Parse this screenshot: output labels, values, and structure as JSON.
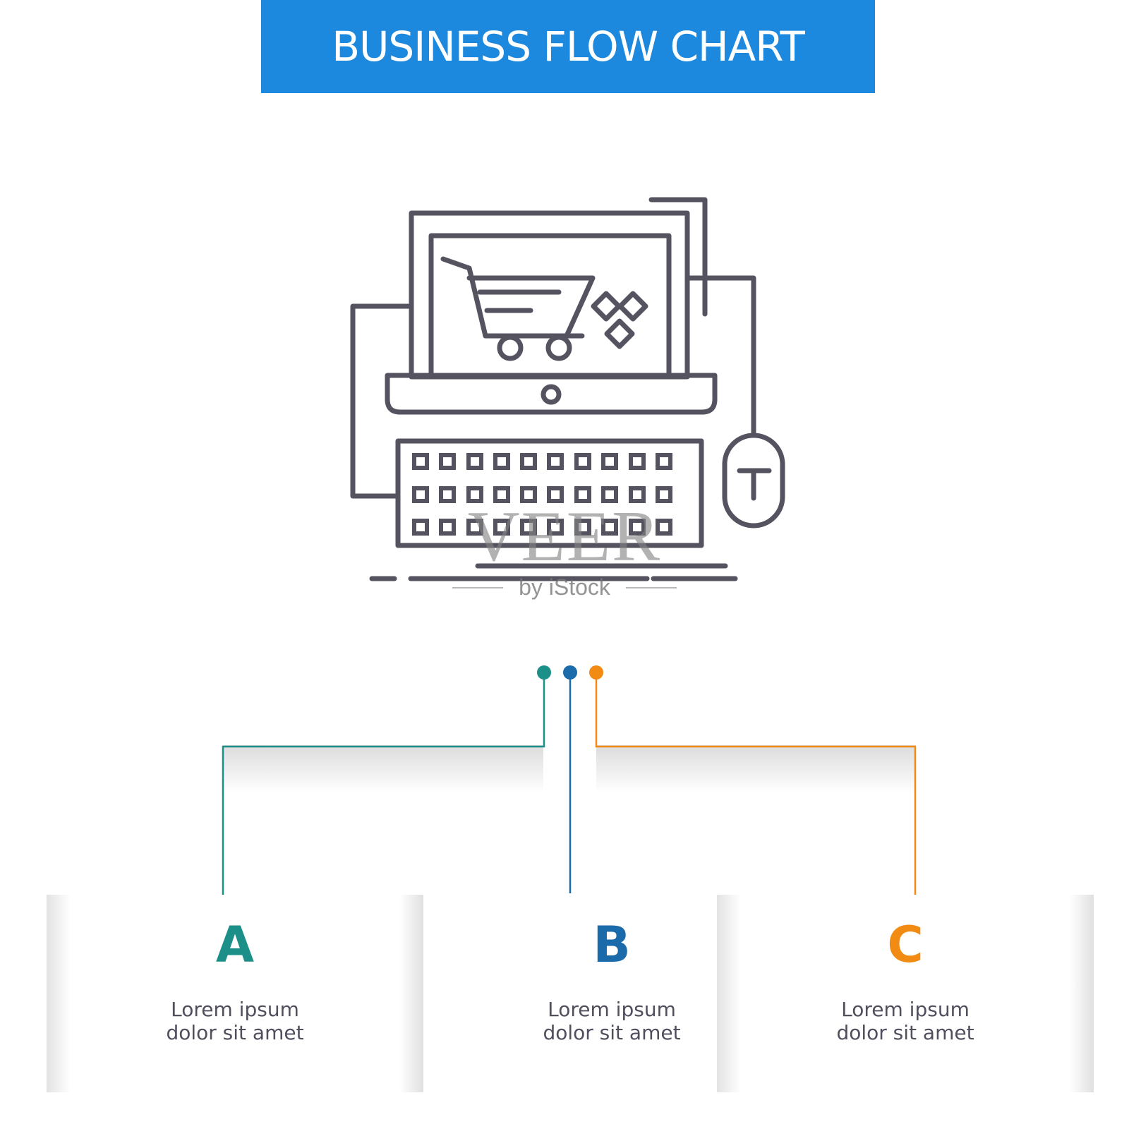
{
  "header": {
    "title": "BUSINESS FLOW CHART",
    "color": "#1c88de"
  },
  "illustration": {
    "icon": "computer-shopping-cart-icon",
    "stroke_color": "#55535f"
  },
  "watermark": {
    "logo": "VEER",
    "sub": "by iStock"
  },
  "branches": [
    {
      "letter": "A",
      "line1": "Lorem ipsum",
      "line2": "dolor sit amet",
      "color": "#1c9088"
    },
    {
      "letter": "B",
      "line1": "Lorem ipsum",
      "line2": "dolor sit amet",
      "color": "#1b6aa9"
    },
    {
      "letter": "C",
      "line1": "Lorem ipsum",
      "line2": "dolor sit amet",
      "color": "#f28b14"
    }
  ]
}
